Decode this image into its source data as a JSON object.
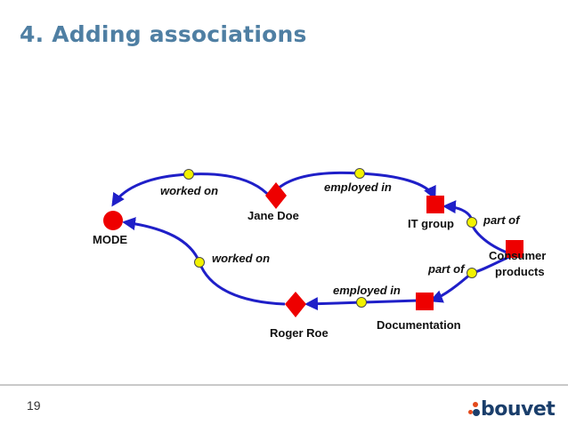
{
  "slide": {
    "title": "4. Adding associations",
    "page_number": "19"
  },
  "logo": {
    "text": "bouvet"
  },
  "colors": {
    "title": "#4f7fa3",
    "edge": "#1f1fc8",
    "node": "#ee0000",
    "association_dot": "#f2f200"
  },
  "nodes": {
    "mode": {
      "label": "MODE",
      "shape": "circle"
    },
    "jane_doe": {
      "label": "Jane  Doe",
      "shape": "diamond"
    },
    "roger_roe": {
      "label": "Roger Roe",
      "shape": "diamond"
    },
    "it_group": {
      "label": "IT group",
      "shape": "square"
    },
    "documentation": {
      "label": "Documentation",
      "shape": "square"
    },
    "consumer_products": {
      "label_line1": "Consumer",
      "label_line2": "products",
      "shape": "square"
    }
  },
  "associations": {
    "jane_worked_on": "worked on",
    "jane_employed_in": "employed in",
    "roger_worked_on": "worked on",
    "roger_employed_in": "employed in",
    "it_part_of": "part of",
    "doc_part_of": "part of"
  }
}
